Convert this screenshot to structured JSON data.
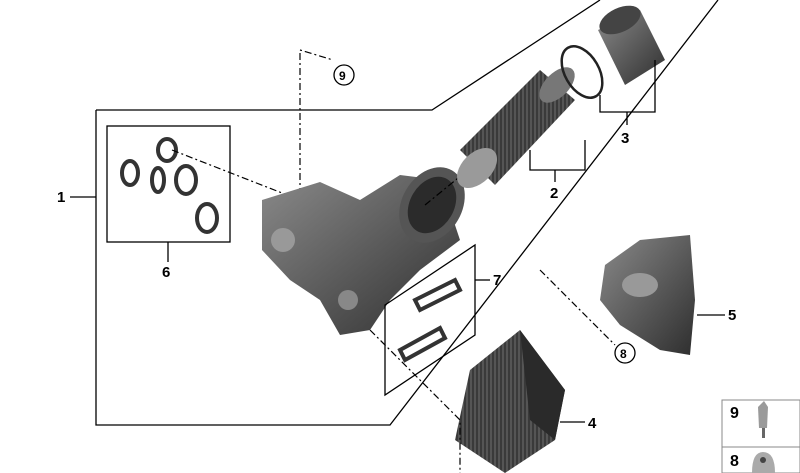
{
  "callouts": {
    "part_1": "1",
    "part_2": "2",
    "part_3": "3",
    "part_4": "4",
    "part_5": "5",
    "part_6": "6",
    "part_7": "7",
    "part_8": "8",
    "part_9": "9"
  },
  "legend": [
    {
      "number": "9",
      "icon": "pin-bolt-icon"
    },
    {
      "number": "8",
      "icon": "torx-screw-icon"
    }
  ],
  "colors": {
    "part_dark": "#3c3c3c",
    "part_mid": "#6a6a6a",
    "line": "#000000"
  }
}
